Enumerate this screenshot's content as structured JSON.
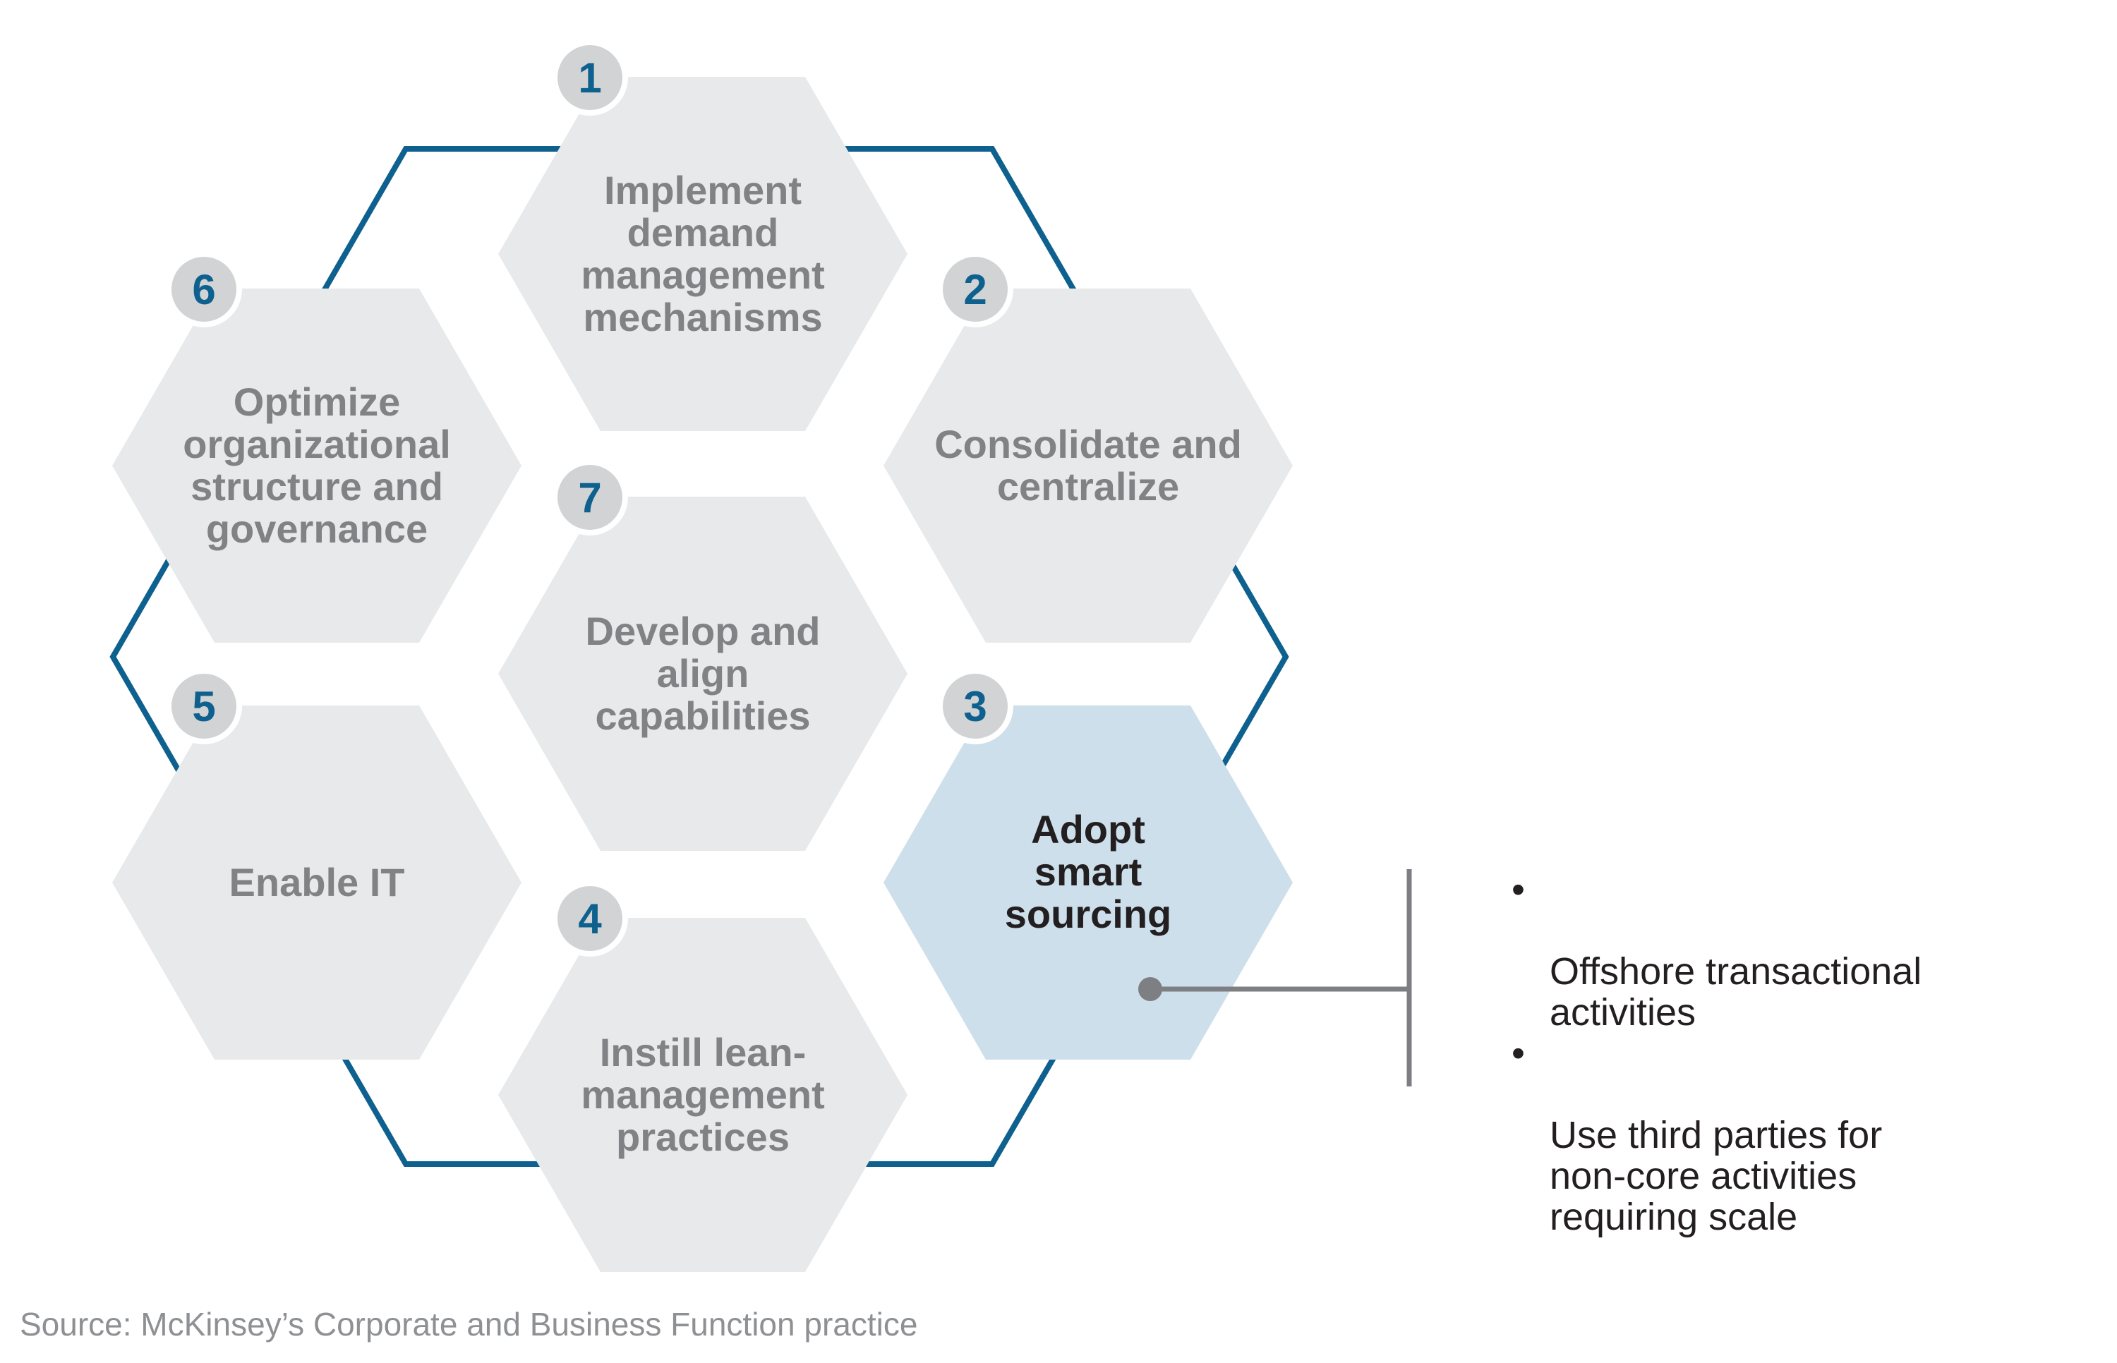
{
  "diagram": {
    "hexagons": [
      {
        "number": "1",
        "label": "Implement\ndemand\nmanagement\nmechanisms",
        "highlighted": false
      },
      {
        "number": "2",
        "label": "Consolidate and\ncentralize",
        "highlighted": false
      },
      {
        "number": "3",
        "label": "Adopt\nsmart\nsourcing",
        "highlighted": true
      },
      {
        "number": "4",
        "label": "Instill lean-\nmanagement\npractices",
        "highlighted": false
      },
      {
        "number": "5",
        "label": "Enable IT",
        "highlighted": false
      },
      {
        "number": "6",
        "label": "Optimize\norganizational\nstructure and\ngovernance",
        "highlighted": false
      },
      {
        "number": "7",
        "label": "Develop and\nalign\ncapabilities",
        "highlighted": false
      }
    ],
    "callout": {
      "bullet_glyph": "•",
      "bullets": [
        "Offshore transactional\nactivities",
        "Use third parties for\nnon-core activities\nrequiring scale"
      ]
    },
    "source": "Source: McKinsey’s Corporate and Business Function practice",
    "colors": {
      "accent_blue": "#0e618e",
      "hex_fill_gray": "#e8e9ea",
      "hex_fill_blue": "#cddfea",
      "circle_fill": "#d1d3d4",
      "label_gray": "#808285",
      "text_dark": "#231f20",
      "connector_gray": "#7d7f82",
      "source_gray": "#8e9093"
    }
  }
}
